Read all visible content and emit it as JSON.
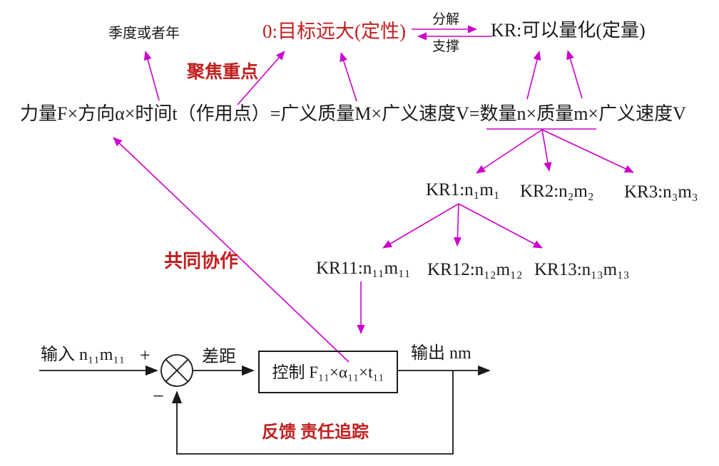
{
  "colors": {
    "arrow_magenta": "#cc00cc",
    "red_text": "#c01f1f",
    "black_text": "#1a1a1a",
    "background": "#ffffff"
  },
  "annotations": {
    "period": "季度或者年",
    "objective": "0:目标远大(定性)",
    "decompose": "分解",
    "support": "支撑",
    "key_result": "KR:可以量化(定量)",
    "focus": "聚焦重点",
    "collaboration": "共同协作"
  },
  "formula": {
    "segment1": "力量F×方向α×时间t（作用点）=广义质量M×广义速度V=",
    "underlined": "数量n×质量m",
    "segment2": "×广义速度V"
  },
  "tree": {
    "level1": [
      "KR1:n₁m₁",
      "KR2:n₂m₂",
      "KR3:n₃m₃"
    ],
    "level2": [
      "KR11:n₁₁m₁₁",
      "KR12:n₁₂m₁₂",
      "KR13:n₁₃m₁₃"
    ]
  },
  "loop": {
    "input": "输入 n₁₁m₁₁",
    "plus": "+",
    "minus": "−",
    "gap": "差距",
    "control": "控制 F₁₁×α₁₁×t₁₁",
    "output": "输出 nm",
    "feedback": "反馈 责任追踪"
  }
}
